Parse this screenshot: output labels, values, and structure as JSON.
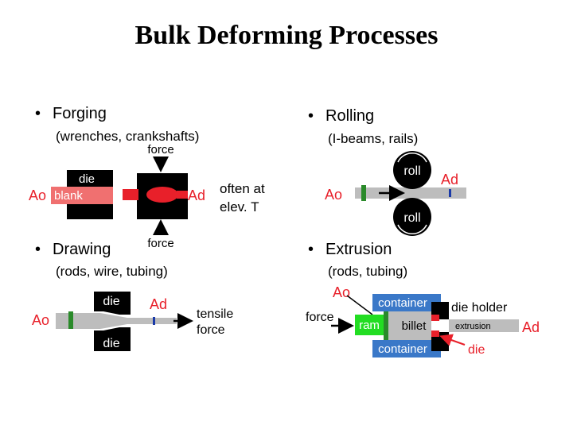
{
  "slide": {
    "title": "Bulk Deforming Processes"
  },
  "forging": {
    "bullet": "Forging",
    "examples": "(wrenches, crankshafts)",
    "die_label": "die",
    "blank_label": "blank",
    "ao_label": "Ao",
    "ad_label": "Ad",
    "force_top": "force",
    "force_bottom": "force",
    "note_line1": "often at",
    "note_line2": "elev. T"
  },
  "rolling": {
    "bullet": "Rolling",
    "examples": "(I-beams, rails)",
    "roll_top": "roll",
    "roll_bottom": "roll",
    "ao_label": "Ao",
    "ad_label": "Ad"
  },
  "drawing": {
    "bullet": "Drawing",
    "examples": "(rods, wire, tubing)",
    "die_top": "die",
    "die_bottom": "die",
    "ao_label": "Ao",
    "ad_label": "Ad",
    "tensile_line1": "tensile",
    "tensile_line2": "force"
  },
  "extrusion": {
    "bullet": "Extrusion",
    "examples": "(rods, tubing)",
    "ao_label": "Ao",
    "ad_label": "Ad",
    "container_top": "container",
    "container_bottom": "container",
    "die_holder": "die holder",
    "force_label": "force",
    "ram_label": "ram",
    "billet_label": "billet",
    "extrusion_label": "extrusion",
    "die_label": "die"
  },
  "colors": {
    "red": "#e8202a",
    "blue": "#3a78c8",
    "green": "#2a8a2a",
    "bright_green": "#22dd22",
    "gray": "#bdbdbd",
    "dark_blue_mark": "#1a3aa8",
    "black": "#000000"
  }
}
